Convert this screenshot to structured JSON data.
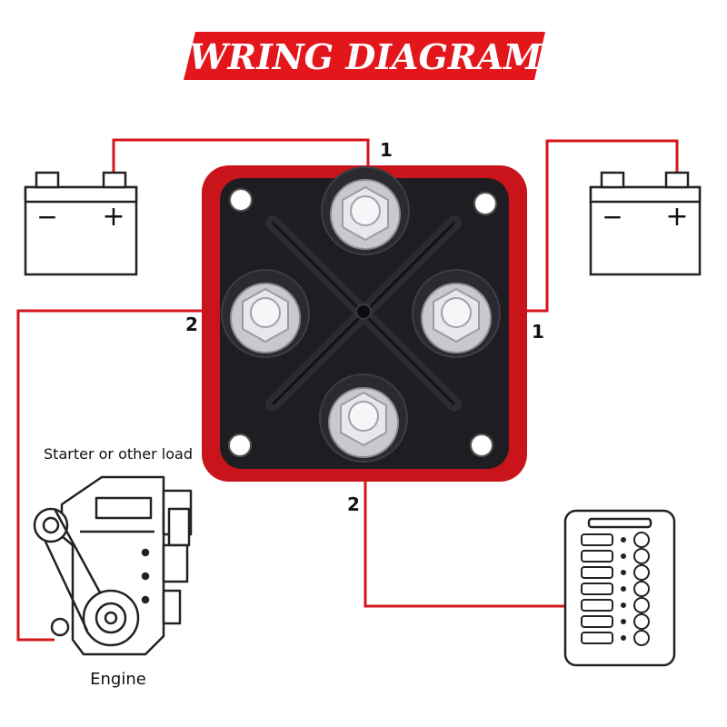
{
  "title": "WRING DIAGRAM",
  "labels": {
    "terminal_top": "1",
    "terminal_right": "1",
    "terminal_left": "2",
    "terminal_bottom": "2",
    "load_caption": "Starter or other load",
    "engine_caption": "Engine"
  },
  "battery_left": {
    "minus": "−",
    "plus": "+"
  },
  "battery_right": {
    "minus": "−",
    "plus": "+"
  },
  "colors": {
    "wire": "#d4161c",
    "banner": "#e3161c",
    "switch_body": "#c8141a",
    "switch_face": "#1e1e22",
    "outline": "#222222"
  }
}
